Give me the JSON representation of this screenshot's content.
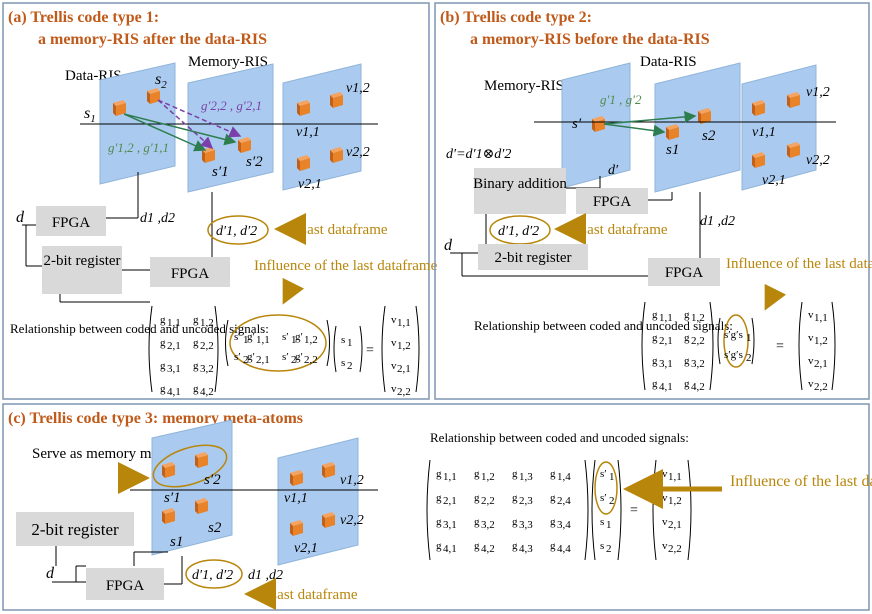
{
  "panels": {
    "a": {
      "title_line1": "(a)  Trellis code type 1:",
      "title_line2": "a memory-RIS after the data-RIS",
      "data_ris": "Data-RIS",
      "memory_ris": "Memory-RIS",
      "s1": "s",
      "s2": "s",
      "g_dash_top": "g′2,2 , g′2,1",
      "g_dash_bottom": "g′1,2 , g′1,1",
      "s1p": "s′1",
      "s2p": "s′2",
      "v11": "v1,1",
      "v12": "v1,2",
      "v21": "v2,1",
      "v22": "v2,2",
      "d": "d",
      "fpga1": "FPGA",
      "d1d2": "d1 ,d2",
      "register": "2-bit register",
      "fpga2": "FPGA",
      "dprime": "d′1, d′2",
      "last_dataframe": "Last dataframe",
      "influence": "Influence of the last dataframe",
      "relationship": "Relationship between coded and uncoded signals:"
    },
    "b": {
      "title_line1": "(b) Trellis code type 2:",
      "title_line2": "a memory-RIS before the data-RIS",
      "memory_ris": "Memory-RIS",
      "data_ris": "Data-RIS",
      "g_prime": "g′1 , g′2",
      "s_prime": "s′",
      "s1": "s1",
      "s2": "s2",
      "v11": "v1,1",
      "v12": "v1,2",
      "v21": "v2,1",
      "v22": "v2,2",
      "dprime_eq": "d′=d′1⊗d′2",
      "dprime": "d′",
      "binary": "Binary addition",
      "fpga1": "FPGA",
      "d1d2": "d1 ,d2",
      "dprime12": "d′1, d′2",
      "last_dataframe": "Last dataframe",
      "d": "d",
      "register": "2-bit register",
      "fpga2": "FPGA",
      "influence": "Influence of the last dataframe",
      "relationship": "Relationship between coded and uncoded signals:"
    },
    "c": {
      "title": "(c) Trellis code type 3: memory meta-atoms",
      "serve": "Serve as memory meta-atoms",
      "s1p": "s′1",
      "s2p": "s′2",
      "s1": "s1",
      "s2": "s2",
      "v11": "v1,1",
      "v12": "v1,2",
      "v21": "v2,1",
      "v22": "v2,2",
      "register": "2-bit register",
      "d": "d",
      "fpga": "FPGA",
      "dprime": "d′1, d′2",
      "d1d2": "d1 ,d2",
      "last_dataframe": "Last dataframe",
      "relationship": "Relationship between coded and uncoded signals:",
      "influence": "Influence of the last dataframe"
    }
  },
  "colors": {
    "title": "#C05A1A",
    "gold": "#B8860B",
    "panel_border": "#7F96B2",
    "ris": "#AACBEF",
    "atom": "#E8832A",
    "box": "#D9D9D9",
    "arrow_green": "#2E7D4F",
    "arrow_purple": "#7A3FA8",
    "g_green": "#4F8A4F"
  }
}
